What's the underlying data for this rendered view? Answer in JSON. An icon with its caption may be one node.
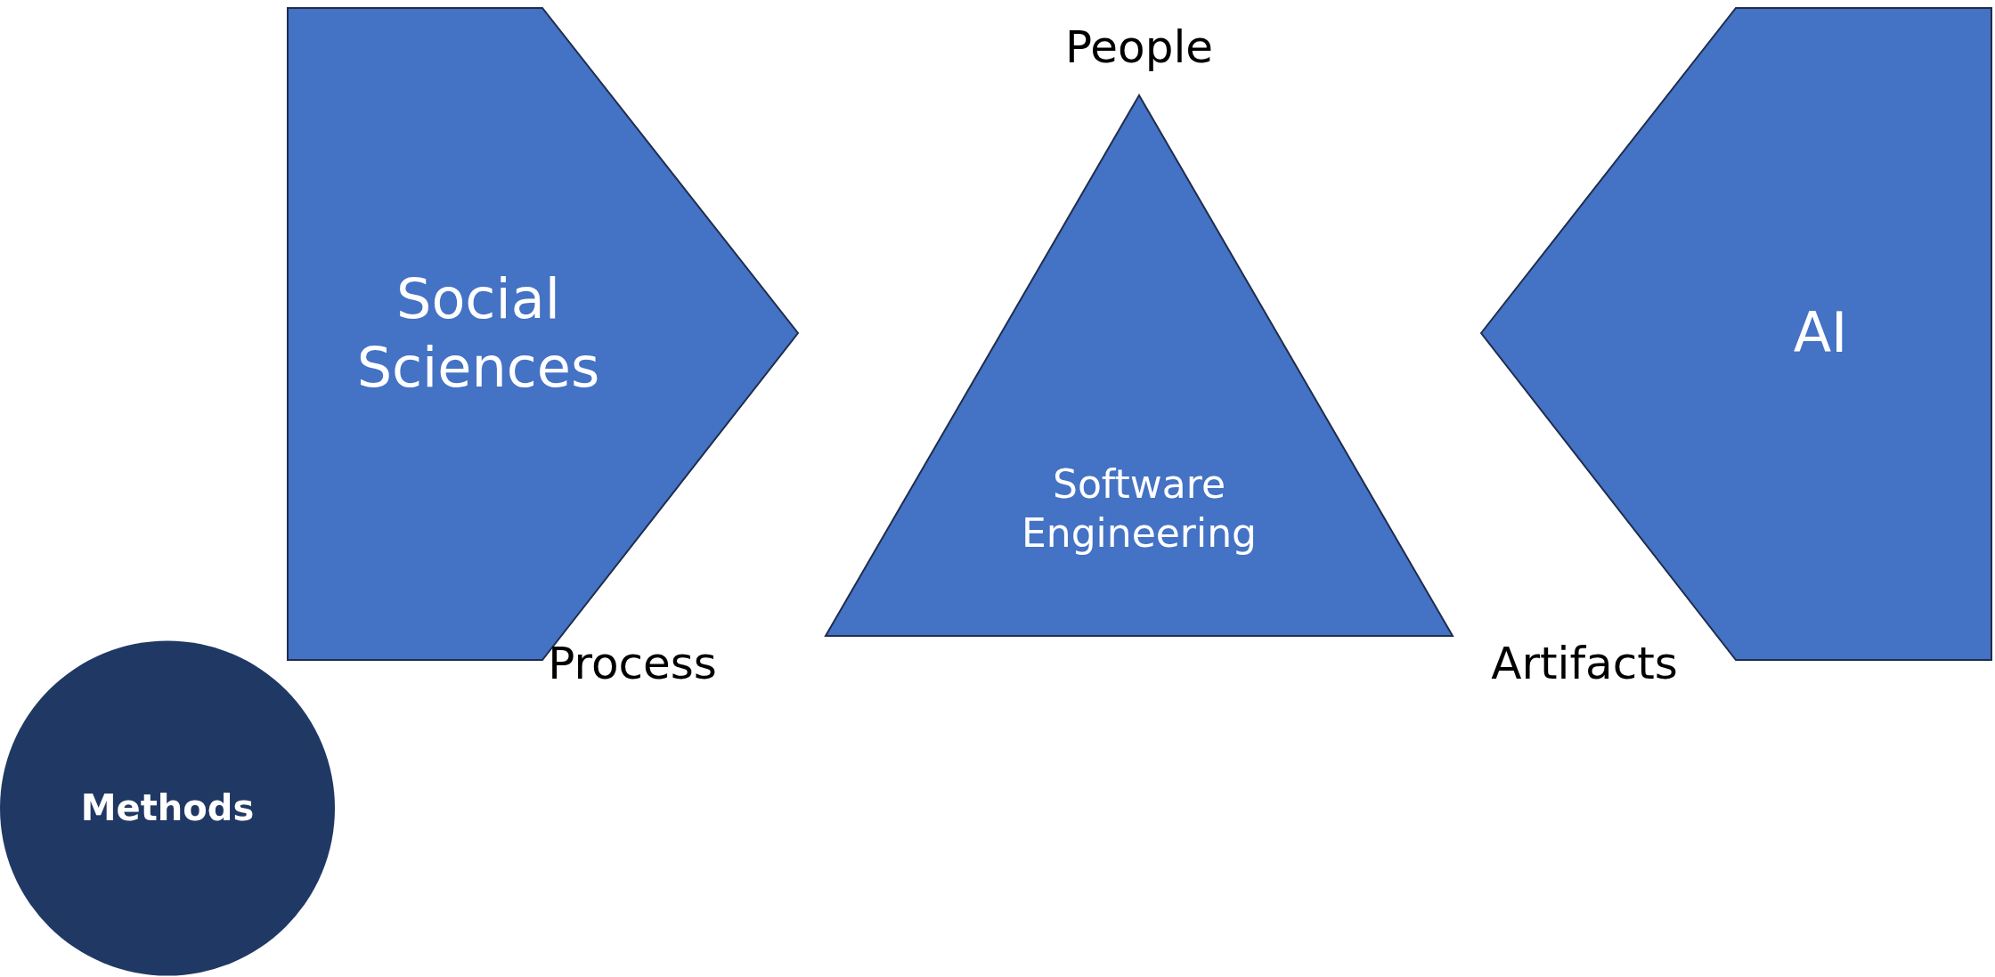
{
  "diagram": {
    "nodes": [
      {
        "text": [
          "Social Sciences"
        ]
      },
      {
        "text": [
          "Software Engineering"
        ]
      },
      {
        "text": [
          "AI"
        ]
      },
      {
        "text": [
          "Methods"
        ]
      }
    ],
    "labels": [
      "People",
      "Process",
      "Artifacts"
    ]
  }
}
